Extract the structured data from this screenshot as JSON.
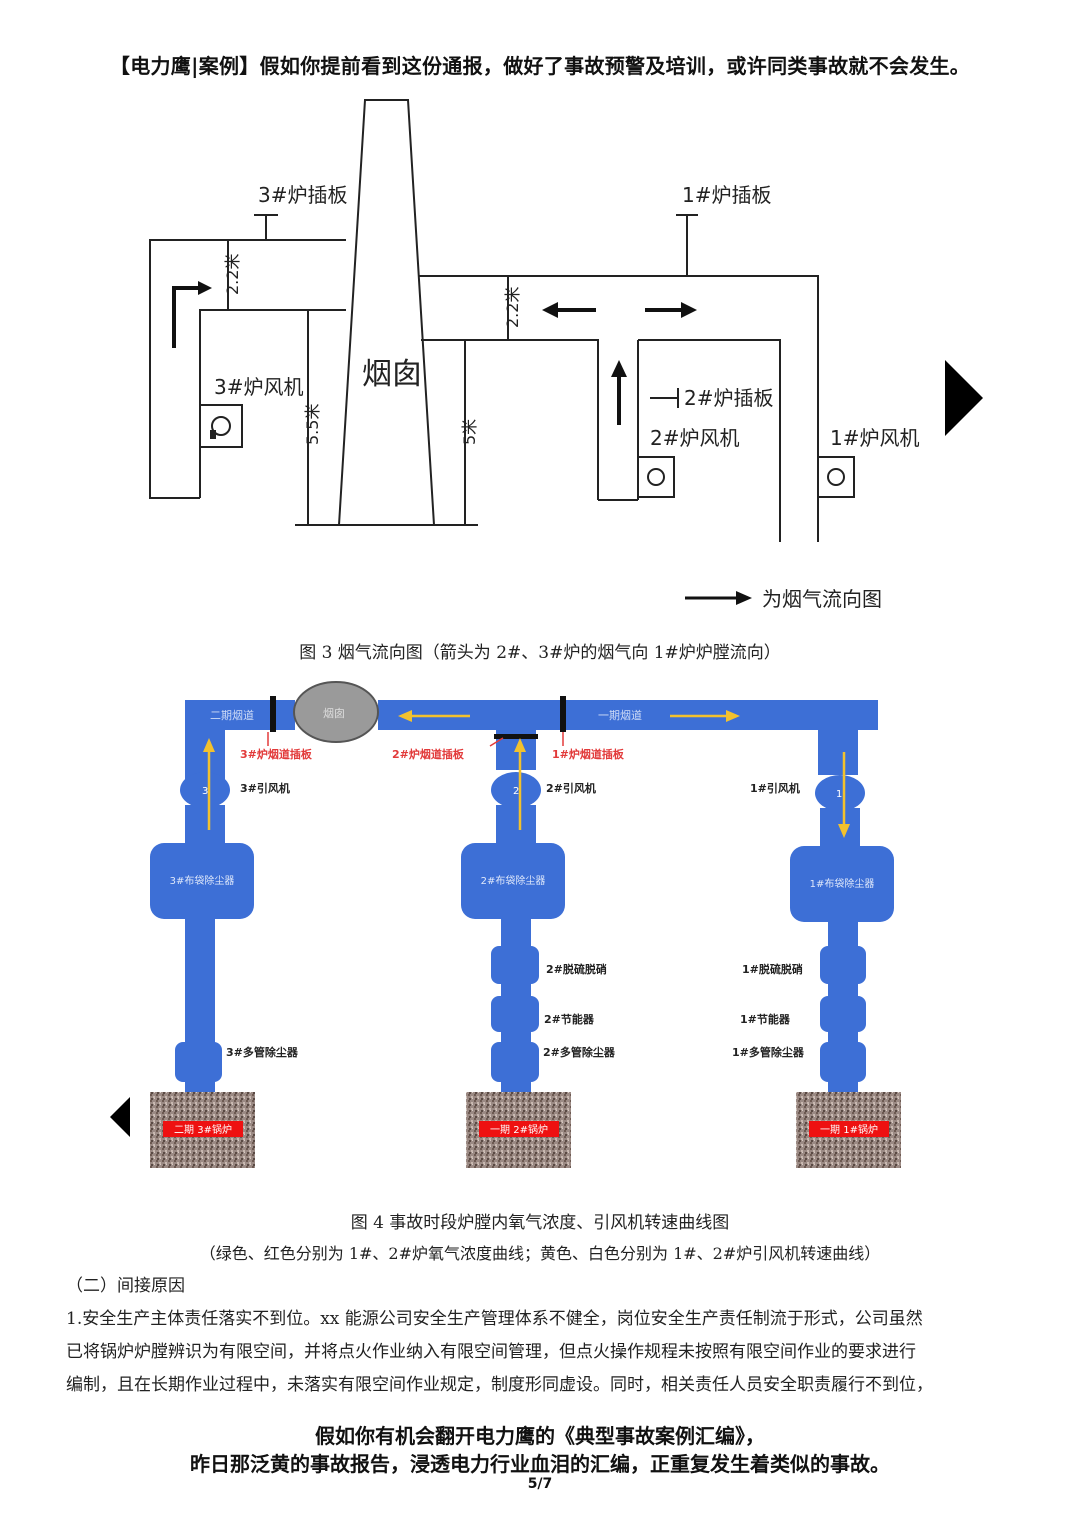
{
  "header": {
    "headline": "【电力鹰|案例】假如你提前看到这份通报，做好了事故预警及培训，或许同类事故就不会发生。"
  },
  "fig3": {
    "labels": {
      "plate3": "3#炉插板",
      "plate1": "1#炉插板",
      "plate2": "2#炉插板",
      "chimney": "烟囱",
      "fan3": "3#炉风机",
      "fan2": "2#炉风机",
      "fan1": "1#炉风机",
      "dim_22_left": "2.2米",
      "dim_22_right": "2.2米",
      "dim_55": "5.5米",
      "dim_5": "5米",
      "legend": "为烟气流向图"
    },
    "caption": "图 3    烟气流向图（箭头为 2#、3#炉的烟气向 1#炉炉膛流向）"
  },
  "fig4": {
    "labels": {
      "duct2": "二期烟道",
      "duct1": "一期烟道",
      "chimney": "烟囱",
      "plate3": "3#炉烟道插板",
      "plate2": "2#炉烟道插板",
      "plate1": "1#炉烟道插板",
      "fan3": "3#引风机",
      "fan2": "2#引风机",
      "fan1": "1#引风机",
      "fan3_num": "3",
      "fan2_num": "2",
      "fan1_num": "1",
      "bag3": "3#布袋除尘器",
      "bag2": "2#布袋除尘器",
      "bag1": "1#布袋除尘器",
      "desulf2": "2#脱硫脱硝",
      "desulf1": "1#脱硫脱硝",
      "econ2": "2#节能器",
      "econ1": "1#节能器",
      "multi3": "3#多管除尘器",
      "multi2": "2#多管除尘器",
      "multi1": "1#多管除尘器",
      "boiler3": "二期 3#锅炉",
      "boiler2": "一期 2#锅炉",
      "boiler1": "一期 1#锅炉"
    },
    "caption": "图 4  事故时段炉膛内氧气浓度、引风机转速曲线图",
    "subcaption": "（绿色、红色分别为 1#、2#炉氧气浓度曲线；黄色、白色分别为 1#、2#炉引风机转速曲线）"
  },
  "body": {
    "section_heading": "（二）间接原因",
    "paragraph_lines": [
      "1.安全生产主体责任落实不到位。xx 能源公司安全生产管理体系不健全，岗位安全生产责任制流于形式，公司虽然",
      "已将锅炉炉膛辨识为有限空间，并将点火作业纳入有限空间管理，但点火操作规程未按照有限空间作业的要求进行",
      "编制，且在长期作业过程中，未落实有限空间作业规定，制度形同虚设。同时，相关责任人员安全职责履行不到位，"
    ]
  },
  "footer": {
    "line1": "假如你有机会翻开电力鹰的《典型事故案例汇编》，",
    "line2": "昨日那泛黄的事故报告，浸透电力行业血泪的汇编，正重复发生着类似的事故。",
    "page": "5/7"
  },
  "colors": {
    "pipe_blue": "#3d6fd6",
    "arrow_yellow": "#f2c12e",
    "label_red": "#e23a3a",
    "boiler_red": "#ee1111"
  },
  "icons": [
    "next-page-arrow-icon",
    "prev-page-arrow-icon",
    "fan-icon"
  ]
}
